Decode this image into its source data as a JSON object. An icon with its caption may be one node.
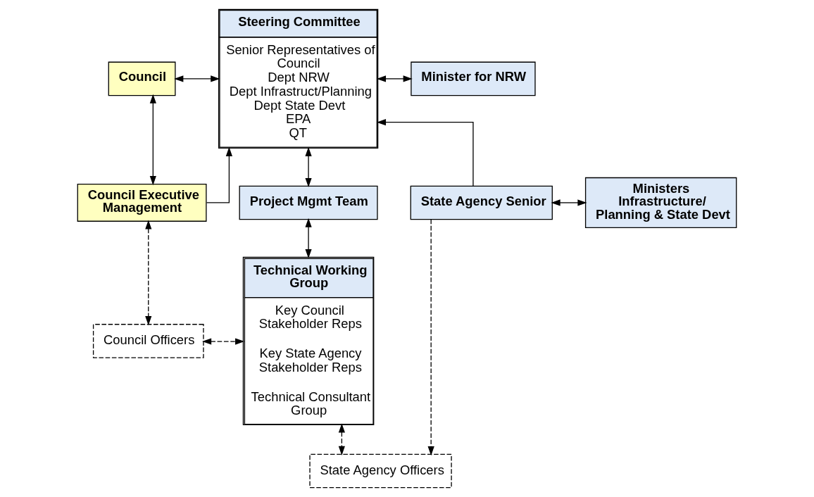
{
  "diagram": {
    "nodes": [
      {
        "text": [
          "Council"
        ]
      },
      {
        "text": [
          "Steering Committee",
          "Senior Representatives of",
          "Council",
          "Dept NRW",
          "Dept Infrastruct/Planning",
          "Dept State Devt",
          "EPA",
          "QT"
        ]
      },
      {
        "text": [
          "Minister for NRW"
        ]
      },
      {
        "text": [
          "Council Executive Management"
        ]
      },
      {
        "text": [
          "State Agency Senior"
        ]
      },
      {
        "text": [
          "Ministers Infrastructure/ Planning & State Devt"
        ]
      },
      {
        "text": [
          "Project Mgmt Team"
        ]
      },
      {
        "text": [
          "Council Officers"
        ]
      },
      {
        "text": [
          "Technical Working Group",
          "Key Council Stakeholder Reps",
          "Key State Agency Stakeholder Reps",
          "Technical Consultant Group"
        ]
      },
      {
        "text": [
          "State Agency Officers"
        ]
      }
    ],
    "edges": [
      {
        "from": 0,
        "to": 1,
        "arrow": "both"
      },
      {
        "from": 1,
        "to": 2,
        "arrow": "both"
      },
      {
        "from": 0,
        "to": 3,
        "arrow": "both"
      },
      {
        "from": 3,
        "to": 1,
        "arrow": "to"
      },
      {
        "from": 4,
        "to": 1,
        "arrow": "to"
      },
      {
        "from": 4,
        "to": 5,
        "arrow": "both"
      },
      {
        "from": 1,
        "to": 6,
        "arrow": "both"
      },
      {
        "from": 6,
        "to": 8,
        "arrow": "both"
      },
      {
        "from": 3,
        "to": 7,
        "arrow": "both",
        "style": "dashed"
      },
      {
        "from": 7,
        "to": 8,
        "arrow": "both",
        "style": "dashed"
      },
      {
        "from": 4,
        "to": 9,
        "arrow": "to",
        "style": "dashed"
      },
      {
        "from": 8,
        "to": 9,
        "arrow": "both",
        "style": "dashed"
      }
    ]
  }
}
